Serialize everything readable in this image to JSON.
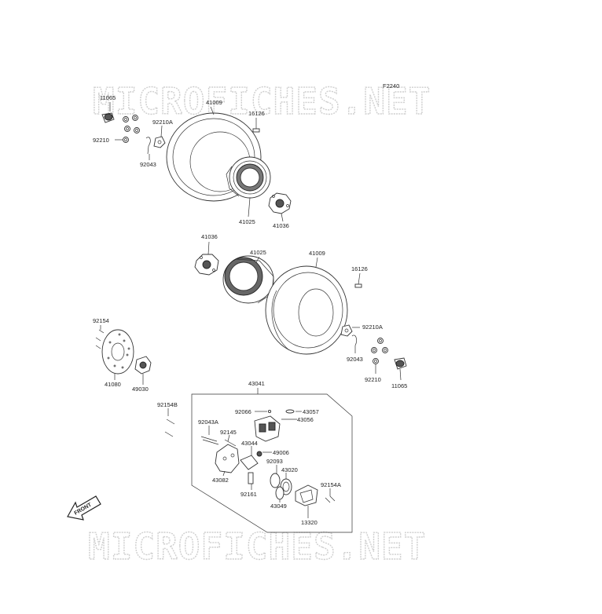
{
  "diagram_code": "F2240",
  "watermark": "MICROFICHES.NET",
  "front_marker": "FRONT",
  "labels": {
    "p11065_a": "11065",
    "p41009_a": "41009",
    "p92210A_a": "92210A",
    "p16126_a": "16126",
    "p92210_a": "92210",
    "p92043_a": "92043",
    "p41025_a": "41025",
    "p41036_a": "41036",
    "p41036_b": "41036",
    "p41025_b": "41025",
    "p41009_b": "41009",
    "p16126_b": "16126",
    "p92154": "92154",
    "p92210A_b": "92210A",
    "p92043_b": "92043",
    "p41080": "41080",
    "p49030": "49030",
    "p92210_b": "92210",
    "p11065_b": "11065",
    "p43041": "43041",
    "p92154B": "92154B",
    "p92066": "92066",
    "p43057": "43057",
    "p43056": "43056",
    "p92043A": "92043A",
    "p92145": "92145",
    "p43044": "43044",
    "p49006": "49006",
    "p92093": "92093",
    "p43020": "43020",
    "p43082": "43082",
    "p92161": "92161",
    "p92154A": "92154A",
    "p43049": "43049",
    "p13320": "13320"
  }
}
